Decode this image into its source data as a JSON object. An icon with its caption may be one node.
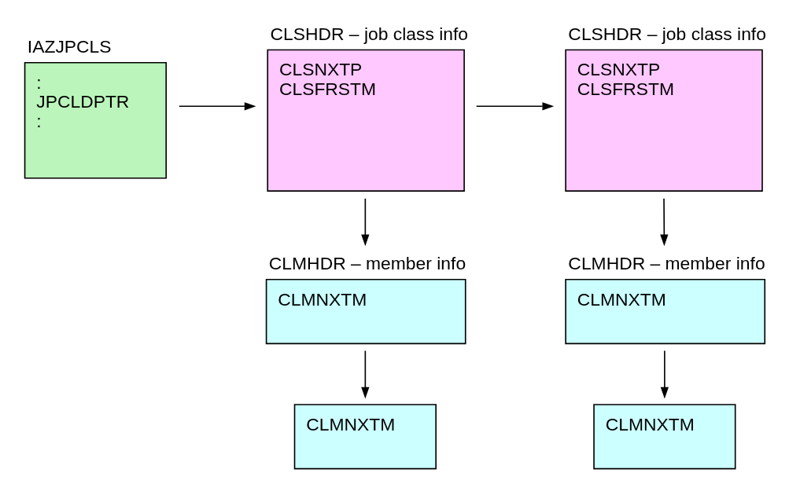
{
  "diagram": {
    "nodes": [
      {
        "text": [
          "IAZJPCLS",
          ":",
          "JPCLDPTR",
          ":"
        ]
      },
      {
        "text": [
          "CLSHDR – job class info",
          "CLSNXTP",
          "CLSFRSTM"
        ]
      },
      {
        "text": [
          "CLSHDR – job class info",
          "CLSNXTP",
          "CLSFRSTM"
        ]
      },
      {
        "text": [
          "CLMHDR – member info",
          "CLMNXTM"
        ]
      },
      {
        "text": [
          "CLMNXTM"
        ]
      },
      {
        "text": [
          "CLMHDR – member info",
          "CLMNXTM"
        ]
      },
      {
        "text": [
          "CLMNXTM"
        ]
      }
    ],
    "edges": [
      {
        "from": 0,
        "to": 1,
        "arrow": "to"
      },
      {
        "from": 1,
        "to": 2,
        "arrow": "to"
      },
      {
        "from": 1,
        "to": 3,
        "arrow": "to"
      },
      {
        "from": 3,
        "to": 4,
        "arrow": "to"
      },
      {
        "from": 2,
        "to": 5,
        "arrow": "to"
      },
      {
        "from": 5,
        "to": 6,
        "arrow": "to"
      }
    ]
  }
}
